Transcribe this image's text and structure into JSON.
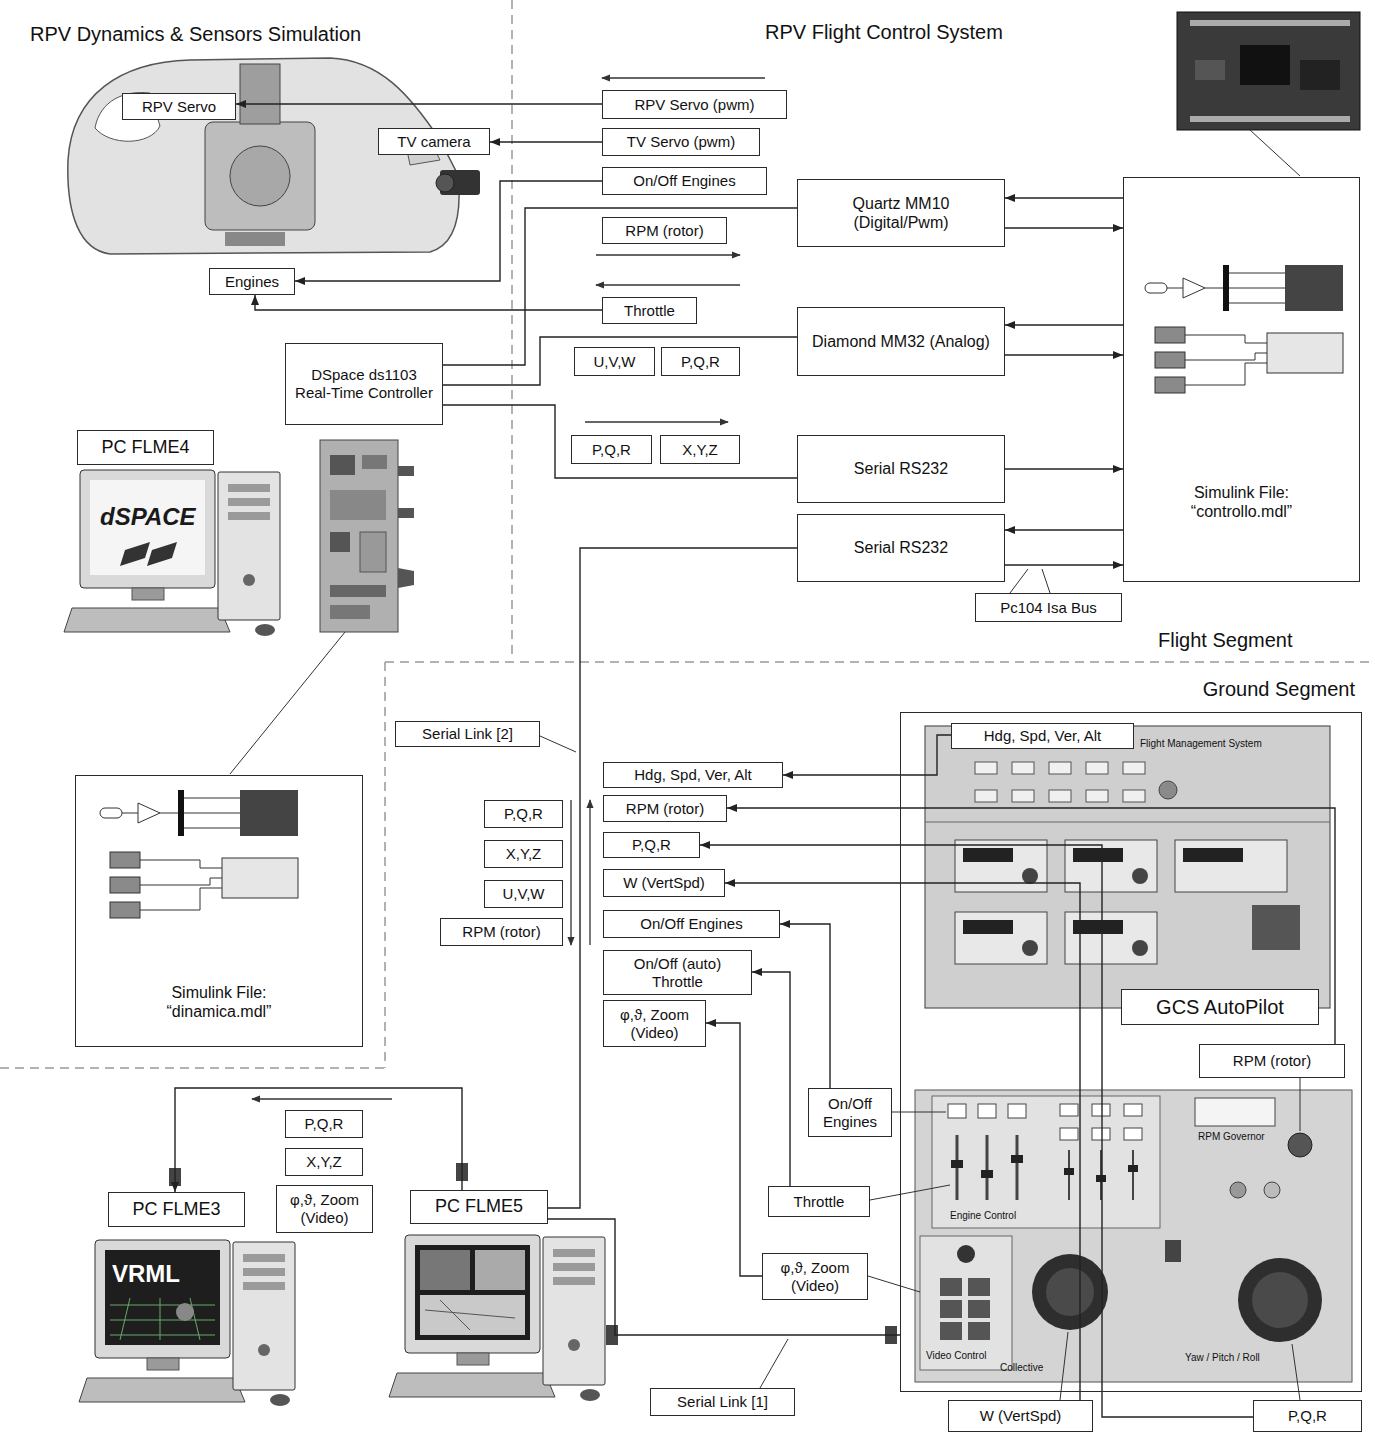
{
  "diagram": {
    "nodes": [
      {
        "text": [
          "RPV Servo"
        ]
      },
      {
        "text": [
          "TV camera"
        ]
      },
      {
        "text": [
          "Engines"
        ]
      },
      {
        "text": [
          "RPV Servo (pwm)"
        ]
      },
      {
        "text": [
          "TV Servo (pwm)"
        ]
      },
      {
        "text": [
          "On/Off Engines"
        ]
      },
      {
        "text": [
          "RPM (rotor)"
        ]
      },
      {
        "text": [
          "Throttle"
        ]
      },
      {
        "text": [
          "U,V,W"
        ]
      },
      {
        "text": [
          "P,Q,R"
        ]
      },
      {
        "text": [
          "P,Q,R"
        ]
      },
      {
        "text": [
          "X,Y,Z"
        ]
      },
      {
        "text": [
          "Quartz MM10 (Digital/Pwm)"
        ]
      },
      {
        "text": [
          "Diamond MM32 (Analog)"
        ]
      },
      {
        "text": [
          "Serial RS232"
        ]
      },
      {
        "text": [
          "Serial RS232"
        ]
      },
      {
        "text": [
          "Simulink File: “controllo.mdl”"
        ]
      },
      {
        "text": [
          "Pc104 Isa Bus"
        ]
      },
      {
        "text": [
          "DSpace ds1103 Real-Time Controller"
        ]
      },
      {
        "text": [
          "PC FLME4"
        ]
      },
      {
        "text": [
          "Simulink File: “dinamica.mdl”"
        ]
      },
      {
        "text": [
          "Serial Link [2]"
        ]
      },
      {
        "text": [
          "Hdg, Spd, Ver, Alt"
        ]
      },
      {
        "text": [
          "P,Q,R"
        ]
      },
      {
        "text": [
          "X,Y,Z"
        ]
      },
      {
        "text": [
          "U,V,W"
        ]
      },
      {
        "text": [
          "RPM (rotor)"
        ]
      },
      {
        "text": [
          "RPM (rotor)"
        ]
      },
      {
        "text": [
          "P,Q,R"
        ]
      },
      {
        "text": [
          "W (VertSpd)"
        ]
      },
      {
        "text": [
          "On/Off Engines"
        ]
      },
      {
        "text": [
          "On/Off (auto) Throttle"
        ]
      },
      {
        "text": [
          "φ,ϑ, Zoom (Video)"
        ]
      },
      {
        "text": [
          "Ground Segment"
        ]
      },
      {
        "text": [
          "Hdg, Spd, Ver, Alt"
        ],
        "in": 33
      },
      {
        "text": [
          "GCS AutoPilot"
        ],
        "in": 33
      },
      {
        "text": [
          "RPM (rotor)"
        ],
        "in": 33
      },
      {
        "text": [
          "On/Off Engines"
        ]
      },
      {
        "text": [
          "Throttle"
        ]
      },
      {
        "text": [
          "φ,ϑ, Zoom (Video)"
        ]
      },
      {
        "text": [
          "P,Q,R"
        ]
      },
      {
        "text": [
          "X,Y,Z"
        ]
      },
      {
        "text": [
          "φ,ϑ, Zoom (Video)"
        ]
      },
      {
        "text": [
          "PC FLME3"
        ]
      },
      {
        "text": [
          "PC FLME5"
        ]
      },
      {
        "text": [
          "Serial Link [1]"
        ]
      },
      {
        "text": [
          "W (VertSpd)"
        ]
      },
      {
        "text": [
          "P,Q,R"
        ]
      }
    ],
    "edges": [
      {
        "from": 3,
        "to": 0,
        "arrow": "to"
      },
      {
        "from": 4,
        "to": 1,
        "arrow": "to"
      },
      {
        "from": 5,
        "to": 2,
        "arrow": "to"
      },
      {
        "from": 7,
        "to": 2,
        "arrow": "to"
      },
      {
        "from": 12,
        "to": 18,
        "arrow": "none"
      },
      {
        "from": 13,
        "to": 18,
        "arrow": "none"
      },
      {
        "from": 14,
        "to": 18,
        "arrow": "none"
      },
      {
        "from": 16,
        "to": 12,
        "arrow": "to"
      },
      {
        "from": 12,
        "to": 16,
        "arrow": "to"
      },
      {
        "from": 16,
        "to": 13,
        "arrow": "to"
      },
      {
        "from": 13,
        "to": 16,
        "arrow": "to"
      },
      {
        "from": 14,
        "to": 16,
        "arrow": "to"
      },
      {
        "from": 16,
        "to": 15,
        "arrow": "to"
      },
      {
        "from": 15,
        "to": 16,
        "arrow": "to"
      },
      {
        "from": 15,
        "to": 44,
        "arrow": "none"
      },
      {
        "from": 44,
        "to": 43,
        "arrow": "to"
      },
      {
        "from": 44,
        "to": 33,
        "arrow": "none"
      },
      {
        "from": 34,
        "to": 22,
        "arrow": "to"
      },
      {
        "from": 36,
        "to": 27,
        "arrow": "to"
      },
      {
        "from": 47,
        "to": 28,
        "arrow": "to"
      },
      {
        "from": 46,
        "to": 29,
        "arrow": "to"
      },
      {
        "from": 37,
        "to": 30,
        "arrow": "to"
      },
      {
        "from": 38,
        "to": 31,
        "arrow": "to"
      },
      {
        "from": 39,
        "to": 32,
        "arrow": "to"
      }
    ],
    "labels": [
      "RPV Dynamics & Sensors Simulation",
      "RPV Flight Control System",
      "Flight Segment",
      "dSPACE",
      "VRML",
      "Flight Management System",
      "Engine Control",
      "RPM Governor",
      "Video Control",
      "Collective",
      "Yaw / Pitch / Roll"
    ]
  }
}
